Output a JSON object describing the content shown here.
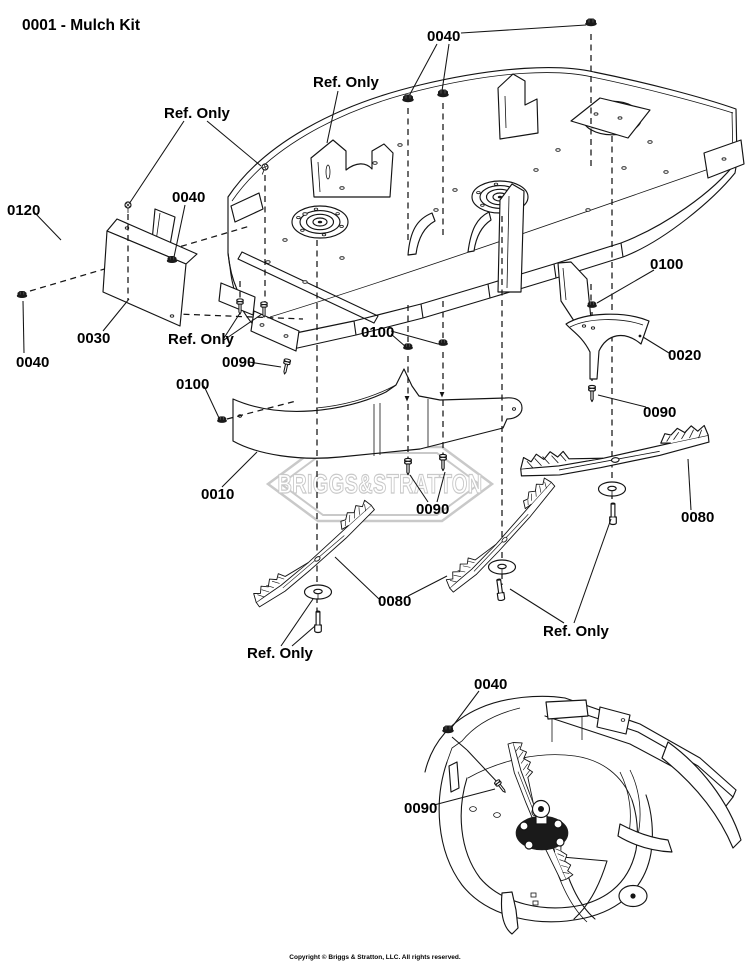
{
  "page": {
    "title": "0001 - Mulch Kit",
    "watermark": "BRIGGS&STRATTON",
    "copyright": "Copyright © Briggs & Stratton, LLC. All rights reserved."
  },
  "callouts": [
    {
      "text": "0040"
    },
    {
      "text": "Ref. Only"
    },
    {
      "text": "Ref. Only"
    },
    {
      "text": "0040"
    },
    {
      "text": "0120"
    },
    {
      "text": "0030"
    },
    {
      "text": "0040"
    },
    {
      "text": "Ref. Only"
    },
    {
      "text": "0090"
    },
    {
      "text": "0100"
    },
    {
      "text": "0100"
    },
    {
      "text": "0100"
    },
    {
      "text": "0020"
    },
    {
      "text": "0090"
    },
    {
      "text": "0010"
    },
    {
      "text": "0090"
    },
    {
      "text": "0080"
    },
    {
      "text": "Ref. Only"
    },
    {
      "text": "0080"
    },
    {
      "text": "Ref. Only"
    },
    {
      "text": "0040"
    },
    {
      "text": "0090"
    }
  ]
}
